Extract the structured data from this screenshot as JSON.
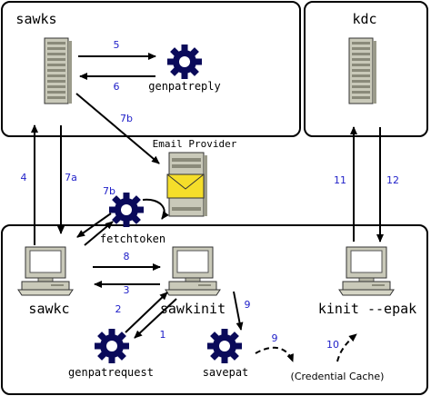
{
  "nodes": {
    "sawks": "sawks",
    "kdc": "kdc",
    "genpatreply": "genpatreply",
    "email_provider": "Email Provider",
    "fetchtoken": "fetchtoken",
    "sawkc": "sawkc",
    "sawkinit": "sawkinit",
    "kinit_epak": "kinit --epak",
    "genpatrequest": "genpatrequest",
    "savepat": "savepat",
    "credential_cache": "(Credential Cache)"
  },
  "steps": {
    "s1": "1",
    "s2": "2",
    "s3": "3",
    "s4": "4",
    "s5": "5",
    "s6": "6",
    "s7a": "7a",
    "s7b_top": "7b",
    "s7b_loop": "7b",
    "s8": "8",
    "s9_down": "9",
    "s9_curve": "9",
    "s10": "10",
    "s11": "11",
    "s12": "12"
  },
  "colors": {
    "server": "#c9c9b9",
    "gear": "#0a0a5a",
    "envelope": "#f5de2a",
    "step_label": "#1e1ec8"
  }
}
